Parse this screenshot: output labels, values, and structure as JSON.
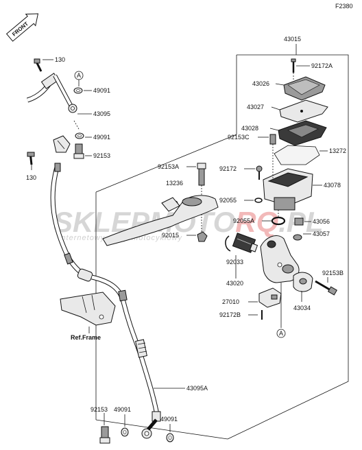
{
  "diagram_code": "F2380",
  "front_label": "FRONT",
  "watermark": {
    "brand_a": "SKLEPMOTO",
    "brand_b": "RQ",
    "brand_c": ".PL",
    "subtitle": "internetowy sklep motocyklowy"
  },
  "connector_ref": "A",
  "parts": {
    "p130_top": "130",
    "p130_bottom": "130",
    "p49091_a": "49091",
    "p43095": "43095",
    "p49091_b": "49091",
    "p92153_a": "92153",
    "p43015": "43015",
    "p92172A": "92172A",
    "p43026": "43026",
    "p43027": "43027",
    "p43028": "43028",
    "p92153C": "92153C",
    "p13272": "13272",
    "p92153A": "92153A",
    "p92172": "92172",
    "p13236": "13236",
    "p43078": "43078",
    "p92055": "92055",
    "p92055A": "92055A",
    "p43056": "43056",
    "p92015": "92015",
    "p43057": "43057",
    "p92033": "92033",
    "p43020": "43020",
    "p92153B": "92153B",
    "p27010": "27010",
    "p43034": "43034",
    "p92172B": "92172B",
    "ref_frame": "Ref.Frame",
    "p43095A": "43095A",
    "p92153_b": "92153",
    "p49091_c": "49091",
    "p49091_d": "49091"
  }
}
